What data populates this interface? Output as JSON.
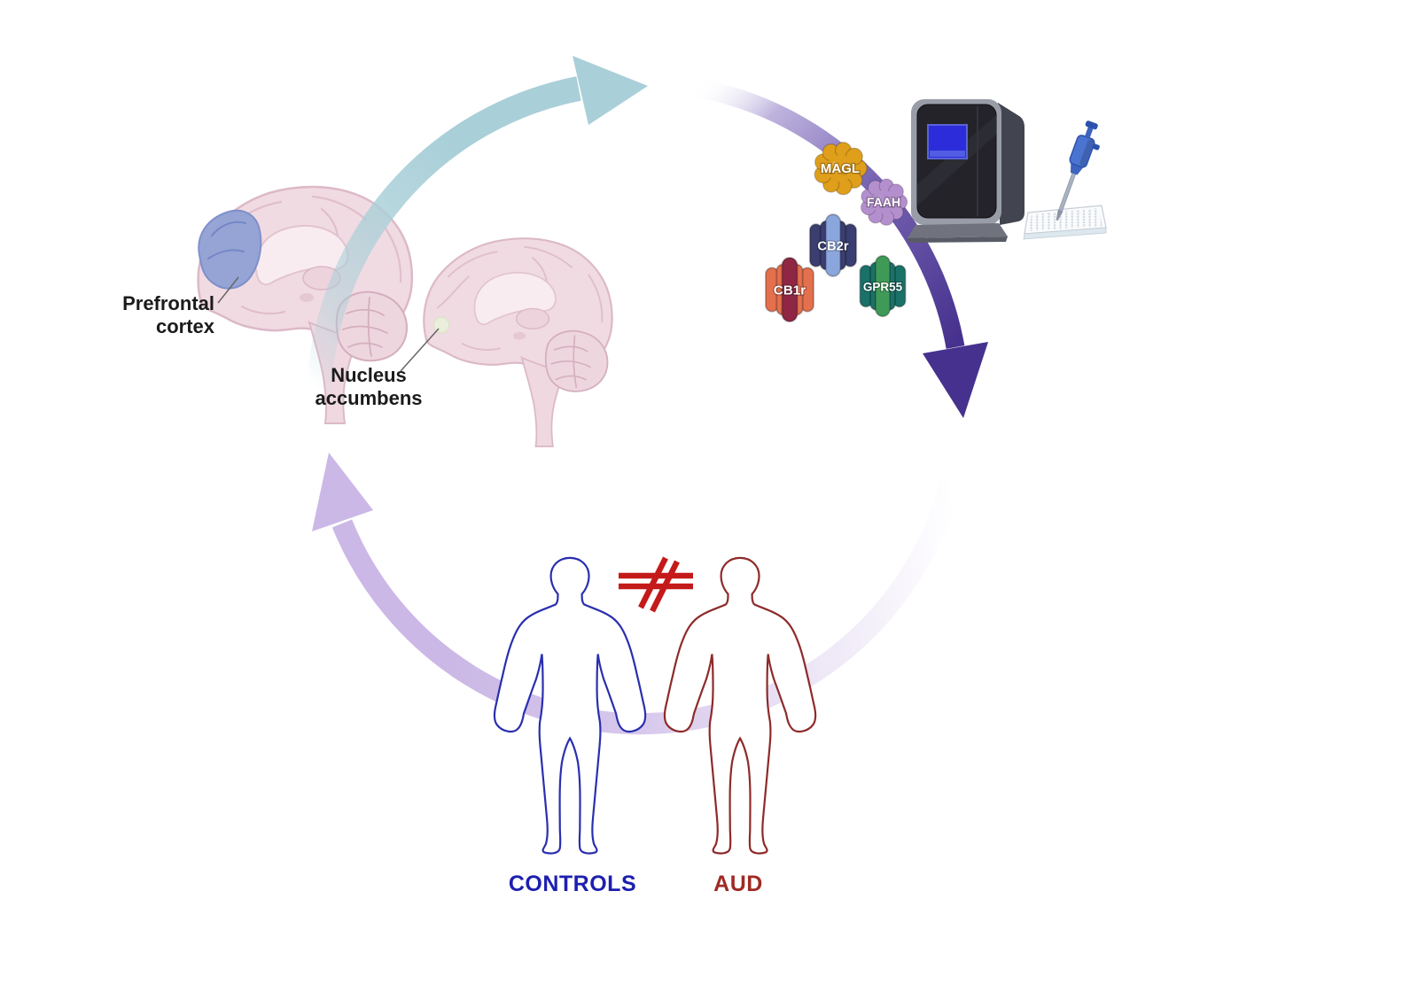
{
  "brain_panel": {
    "prefrontal_label_line1": "Prefrontal",
    "prefrontal_label_line2": "cortex",
    "nucleus_label_line1": "Nucleus",
    "nucleus_label_line2": "accumbens"
  },
  "assay_panel": {
    "molecules": {
      "magl": {
        "label": "MAGL",
        "shape": "enzyme-blob",
        "color": "#DF9F1B"
      },
      "faah": {
        "label": "FAAH",
        "shape": "enzyme-blob",
        "color": "#B48FCE"
      },
      "cb2r": {
        "label": "CB2r",
        "shape": "receptor",
        "outer_color": "#3A3E70",
        "core_color": "#8BA6DC"
      },
      "cb1r": {
        "label": "CB1r",
        "shape": "receptor",
        "outer_color": "#E4704E",
        "core_color": "#8F2744"
      },
      "gpr55": {
        "label": "GPR55",
        "shape": "receptor",
        "outer_color": "#1A7168",
        "core_color": "#3F9A58"
      }
    }
  },
  "comparison_panel": {
    "controls_label": "CONTROLS",
    "aud_label": "AUD"
  },
  "colors": {
    "cycle_teal": "#A9CFD8",
    "cycle_purple": "#46318E",
    "cycle_purple_mid": "#7A68B5",
    "cycle_lavender": "#CBB8E6",
    "not_equal_red": "#C41A1A",
    "controls_blue": "#2A2FAE",
    "aud_red": "#8E2A2A",
    "controls_text": "#1D1FAF",
    "aud_text": "#9E2B24",
    "brain_pink": "#F1DBE2",
    "brain_outline": "#DCB9C8",
    "prefrontal_blue": "#92A2D5",
    "nucleus_accumbens": "#EAEEDB",
    "label_text": "#1B1B1B",
    "machine_body": "#999DA8",
    "machine_panel": "#232329",
    "machine_screen": "#2C2CDB",
    "pipette_blue": "#4A74CF"
  },
  "icons": {
    "brain-sagittal-icon": "pink sagittal brain illustration",
    "qpcr-machine-icon": "dark qPCR thermocycler box with blue screen",
    "micropipette-icon": "blue single-channel micropipette",
    "well-plate-96-icon": "white 96-well microplate",
    "human-outline-icon": "standing human body outline",
    "not-equal-icon": "red double-struck not-equal sign",
    "cycle-arrow-icon": "curved circular-workflow arrow"
  }
}
